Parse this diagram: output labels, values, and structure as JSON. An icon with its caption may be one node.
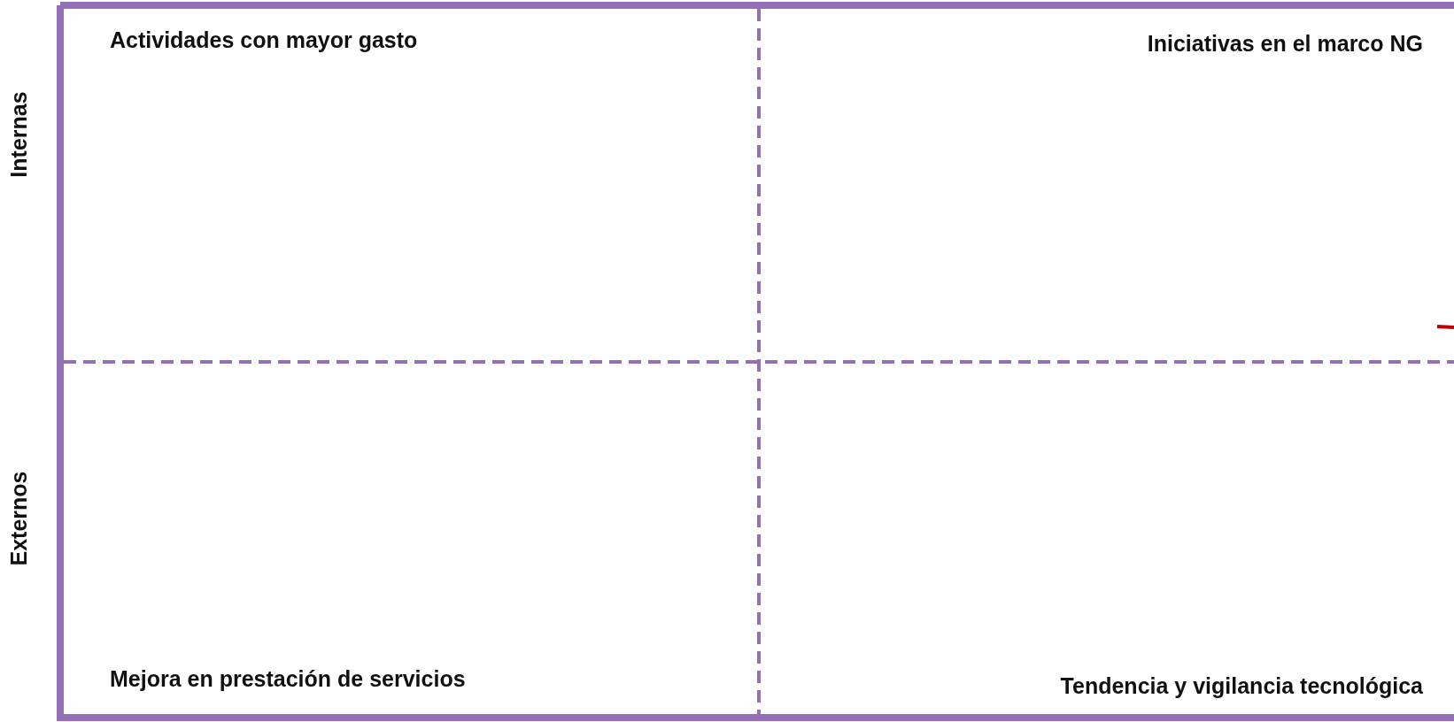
{
  "diagram": {
    "labels": [
      "Internas",
      "Actividades con mayor gasto",
      "Iniciativas en el marco NG",
      "Externos",
      "Mejora en prestación de servicios",
      "Tendencia y vigilancia tecnológica"
    ]
  }
}
